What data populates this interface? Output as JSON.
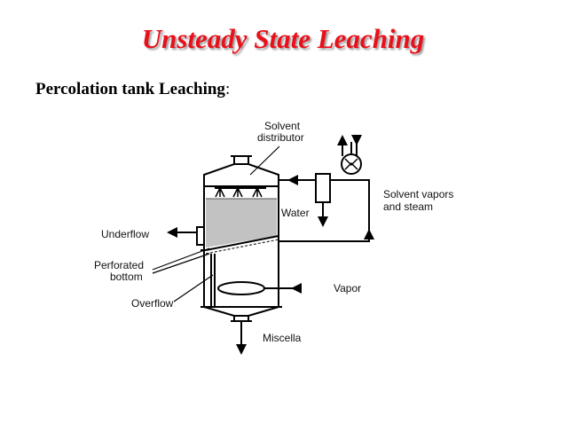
{
  "slide": {
    "title": "Unsteady State Leaching",
    "subtitle_main": "Percolation tank Leaching",
    "subtitle_colon": ":"
  },
  "diagram": {
    "labels": {
      "solvent_line1": "Solvent",
      "solvent_line2": "distributor",
      "water": "Water",
      "solvent_vapors_line1": "Solvent vapors",
      "solvent_vapors_line2": "and steam",
      "underflow": "Underflow",
      "perforated_line1": "Perforated",
      "perforated_line2": "bottom",
      "overflow": "Overflow",
      "vapor": "Vapor",
      "miscella": "Miscella"
    }
  },
  "colors": {
    "title": "#e8101a",
    "solid_bed": "#c2c2c2",
    "line": "#000000"
  }
}
